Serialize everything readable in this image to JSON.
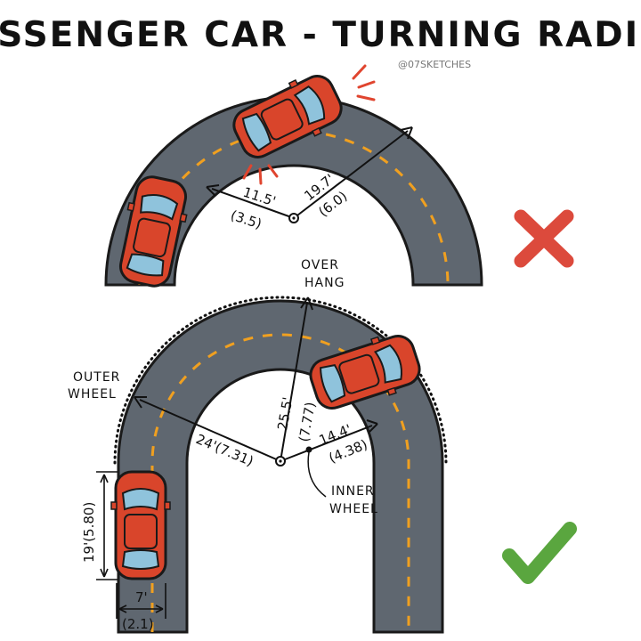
{
  "title": "PASSENGER CAR - TURNING RADIUS",
  "credit": "@07SKETCHES",
  "top_diagram": {
    "inner_radius_ft": "11.5'",
    "inner_radius_m": "(3.5)",
    "outer_radius_ft": "19.7'",
    "outer_radius_m": "(6.0)",
    "verdict": "wrong"
  },
  "bottom_diagram": {
    "overhang_label_line1": "OVER",
    "overhang_label_line2": "HANG",
    "outer_wheel_label_line1": "OUTER",
    "outer_wheel_label_line2": "WHEEL",
    "inner_wheel_label_line1": "INNER",
    "inner_wheel_label_line2": "WHEEL",
    "overhang_radius_ft": "25.5'",
    "overhang_radius_m": "(7.77)",
    "outer_wheel_radius": "24'(7.31)",
    "inner_wheel_radius_ft": "14.4'",
    "inner_wheel_radius_m": "(4.38)",
    "car_length": "19'(5.80)",
    "car_width_ft": "7'",
    "car_width_m": "(2.1)",
    "verdict": "correct"
  },
  "colors": {
    "road": "#5f6770",
    "lane_marking": "#f0a020",
    "car_body": "#d9452b",
    "car_glass": "#8fc3dc",
    "wrong_mark": "#dc4a3c",
    "correct_mark": "#5aa63f",
    "alert_lines": "#e0452f"
  },
  "icons": [
    "car-icon",
    "cross-icon",
    "check-icon"
  ]
}
